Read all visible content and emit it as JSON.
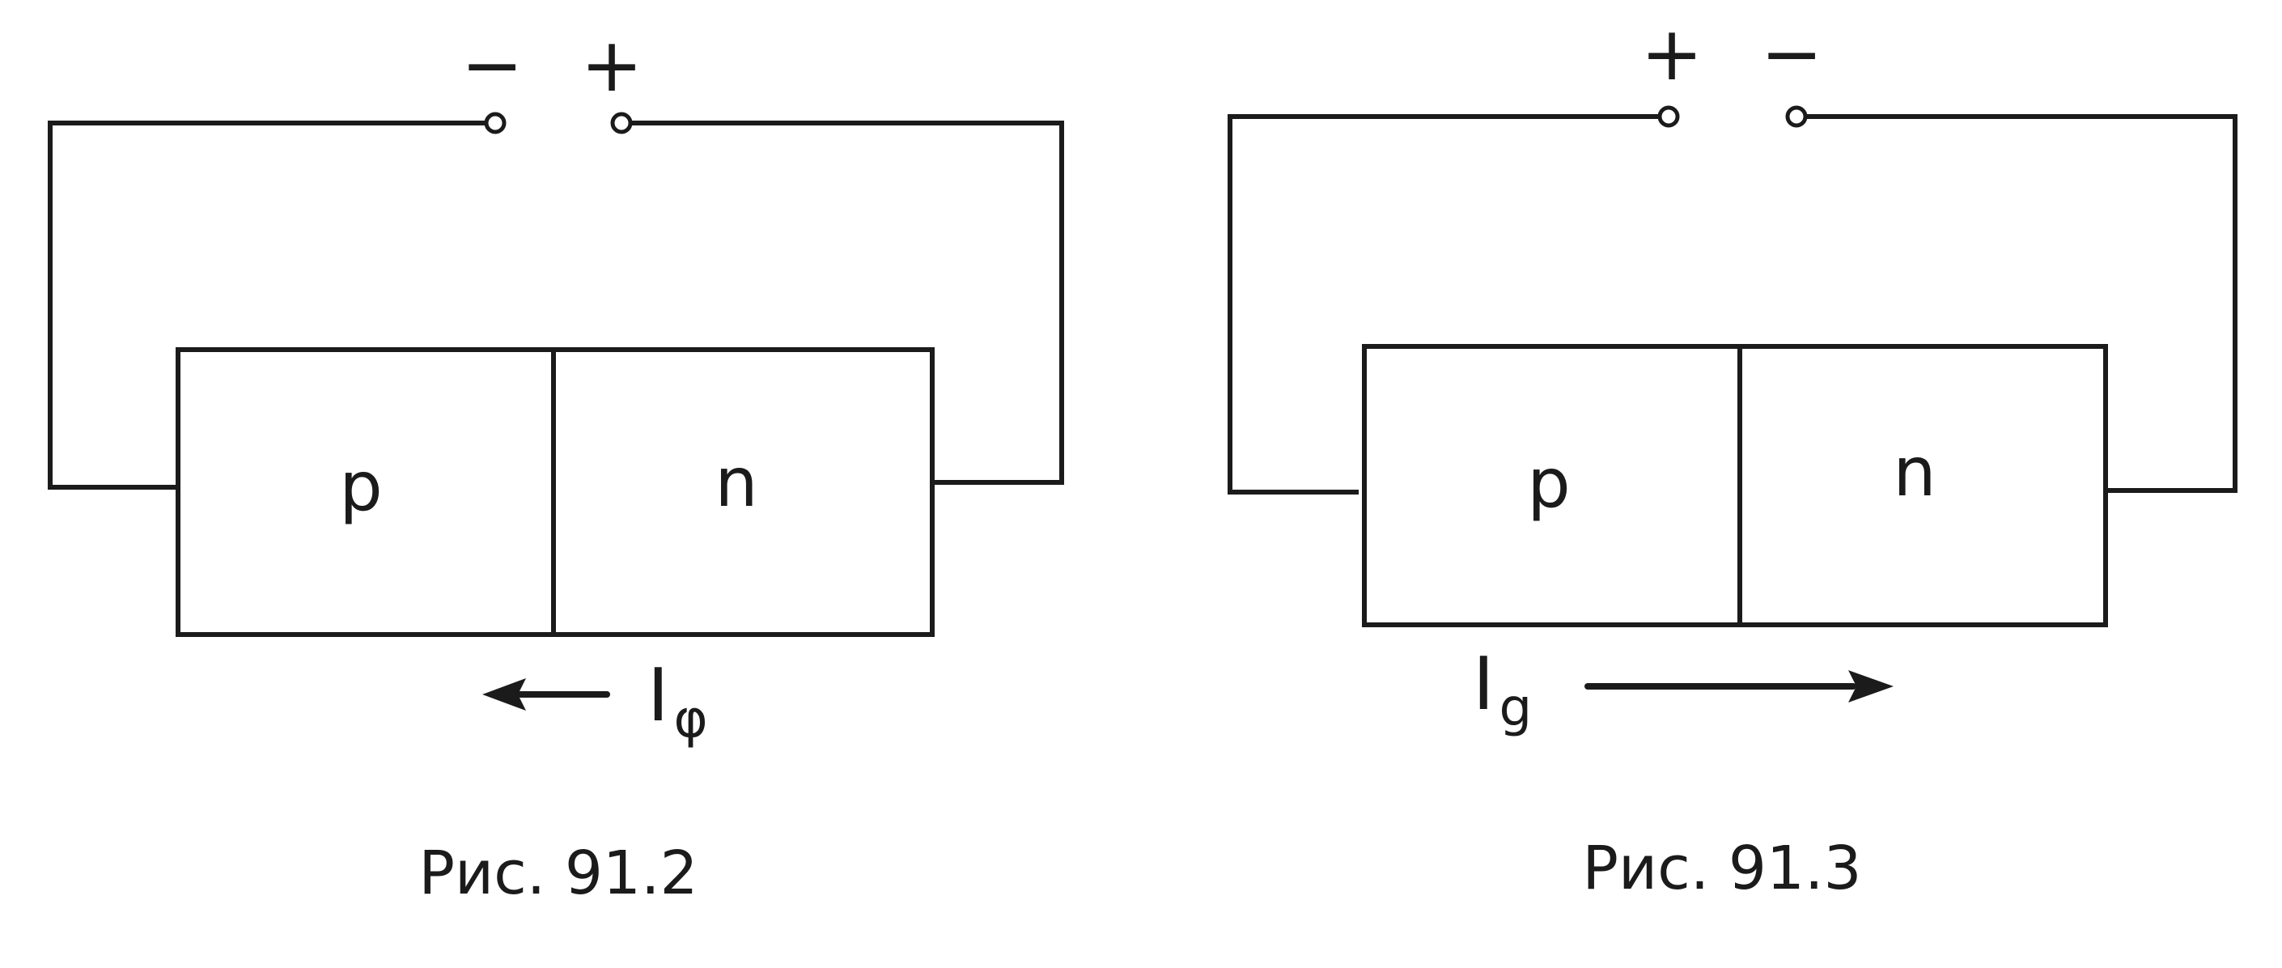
{
  "figures": [
    {
      "id": "fig-91-2",
      "caption": "Рис. 91.2",
      "terminals": {
        "left_sign": "−",
        "right_sign": "+"
      },
      "regions": {
        "left": "p",
        "right": "n"
      },
      "current": {
        "symbol": "I",
        "subscript": "φ",
        "direction": "left"
      }
    },
    {
      "id": "fig-91-3",
      "caption": "Рис. 91.3",
      "terminals": {
        "left_sign": "+",
        "right_sign": "−"
      },
      "regions": {
        "left": "p",
        "right": "n"
      },
      "current": {
        "symbol": "I",
        "subscript": "g",
        "direction": "right"
      }
    }
  ]
}
